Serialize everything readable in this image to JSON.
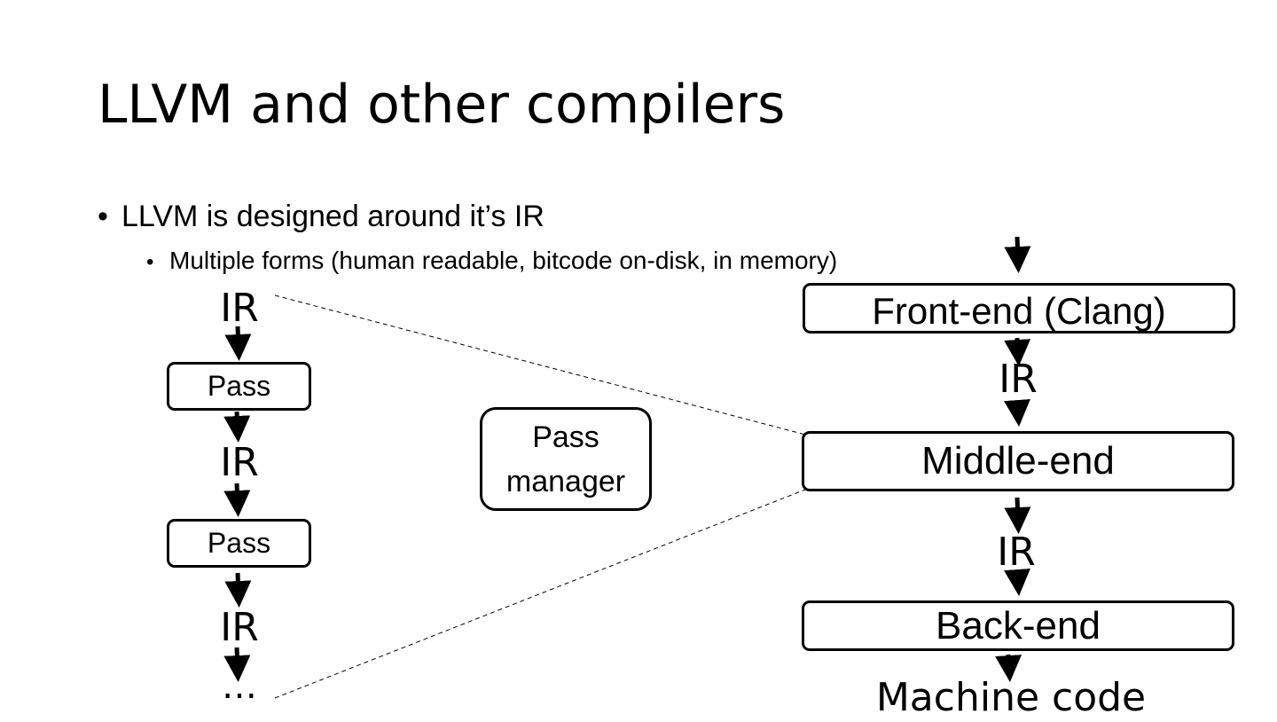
{
  "slide": {
    "title": "LLVM and other compilers",
    "bullets": [
      {
        "text": "LLVM is designed around it’s IR",
        "level": 1
      },
      {
        "text": "Multiple forms (human readable, bitcode on-disk, in memory)",
        "level": 2
      }
    ],
    "bullet_glyph": "•"
  },
  "pipeline": {
    "frontend": "Front-end (Clang)",
    "ir_1": "IR",
    "middleend": "Middle-end",
    "ir_2": "IR",
    "backend": "Back-end",
    "output": "Machine code"
  },
  "passes": {
    "ir_top": "IR",
    "pass_1": "Pass",
    "ir_mid": "IR",
    "pass_2": "Pass",
    "ir_bottom": "IR",
    "ellipsis": "…"
  },
  "pass_manager": {
    "line1": "Pass",
    "line2": "manager"
  }
}
